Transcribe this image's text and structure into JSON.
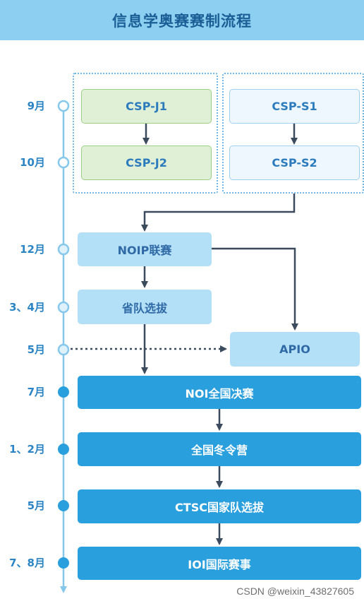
{
  "header": {
    "title": "信息学奥赛赛制流程"
  },
  "timeline": {
    "months": [
      "9月",
      "10月",
      "12月",
      "3、4月",
      "5月",
      "7月",
      "1、2月",
      "5月",
      "7、8月"
    ]
  },
  "boxes": {
    "csp_j1": "CSP-J1",
    "csp_j2": "CSP-J2",
    "csp_s1": "CSP-S1",
    "csp_s2": "CSP-S2",
    "noip": "NOIP联赛",
    "provincial": "省队选拔",
    "apio": "APIO",
    "noi": "NOI全国决赛",
    "winter_camp": "全国冬令营",
    "ctsc": "CTSC国家队选拔",
    "ioi": "IOI国际赛事"
  },
  "colors": {
    "header_bg": "#8ccff0",
    "header_text": "#1a5e96",
    "timeline_line": "#86c8ec",
    "hollow_node": "#2b84c4",
    "filled_node": "#2a9fde",
    "arrow": "#3b4a5c"
  },
  "footer": {
    "watermark": "CSDN @weixin_43827605"
  }
}
